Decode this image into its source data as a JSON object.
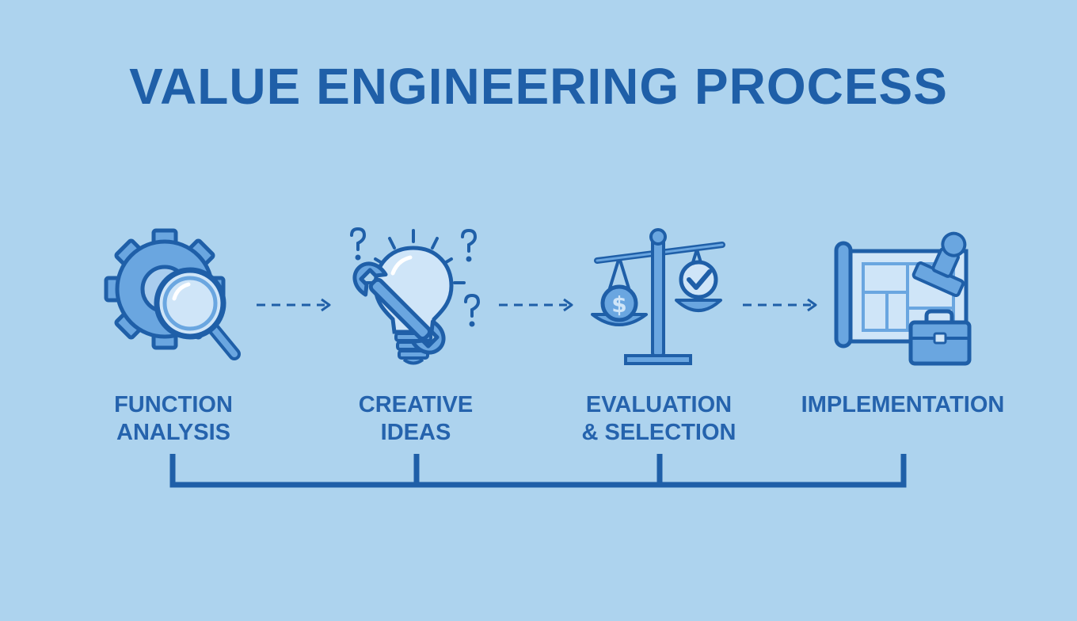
{
  "title": "VALUE ENGINEERING PROCESS",
  "steps": [
    {
      "lines": [
        "FUNCTION",
        "ANALYSIS"
      ],
      "icon": "gear-magnifier-icon"
    },
    {
      "lines": [
        "CREATIVE",
        "IDEAS"
      ],
      "icon": "lightbulb-wrench-icon"
    },
    {
      "lines": [
        "EVALUATION",
        "& SELECTION"
      ],
      "icon": "balance-scale-icon"
    },
    {
      "lines": [
        "IMPLEMENTATION"
      ],
      "icon": "blueprint-toolbox-icon"
    }
  ],
  "colors": {
    "background": "#add3ee",
    "primary": "#1f5fa8",
    "fill": "#6aa6e0",
    "light_fill": "#cfe5f8"
  }
}
